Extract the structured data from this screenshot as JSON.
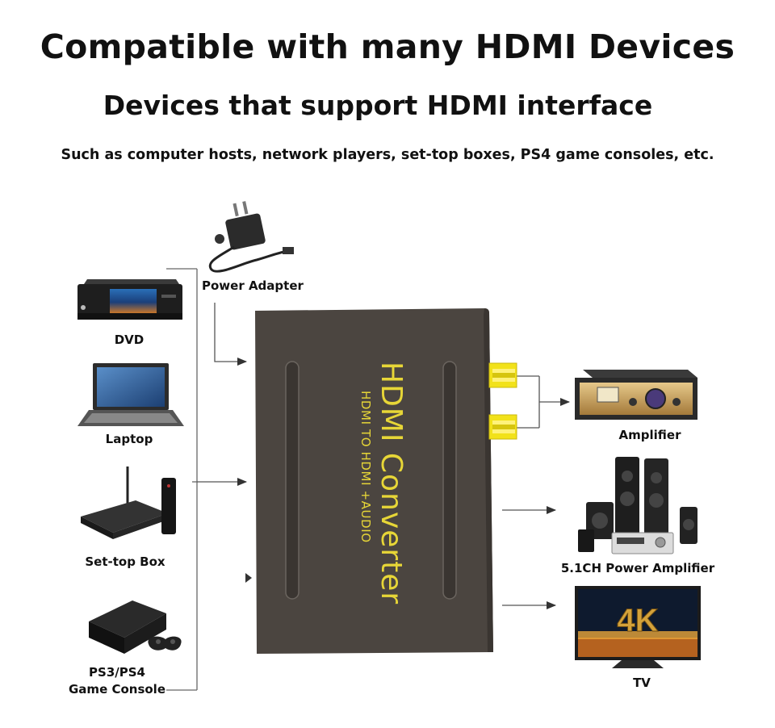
{
  "headline": "Compatible with many HDMI Devices",
  "subheadline": "Devices that support HDMI interface",
  "description": "Such as computer hosts, network players, set-top boxes, PS4 game consoles, etc.",
  "devices": {
    "power_adapter": "Power Adapter",
    "dvd": "DVD",
    "laptop": "Laptop",
    "settop": "Set-top Box",
    "console_line1": "PS3/PS4",
    "console_line2": "Game Console",
    "amplifier": "Amplifier",
    "power_amp": "5.1CH Power Amplifier",
    "tv": "TV",
    "tv_badge": "4K"
  },
  "converter": {
    "title": "HDMI Converter",
    "subtitle": "HDMI TO HDMI +AUDIO"
  },
  "colors": {
    "converter_body": "#4b4540",
    "converter_text": "#e7d637",
    "rca_jack": "#f2e21a",
    "lines": "#444444"
  }
}
